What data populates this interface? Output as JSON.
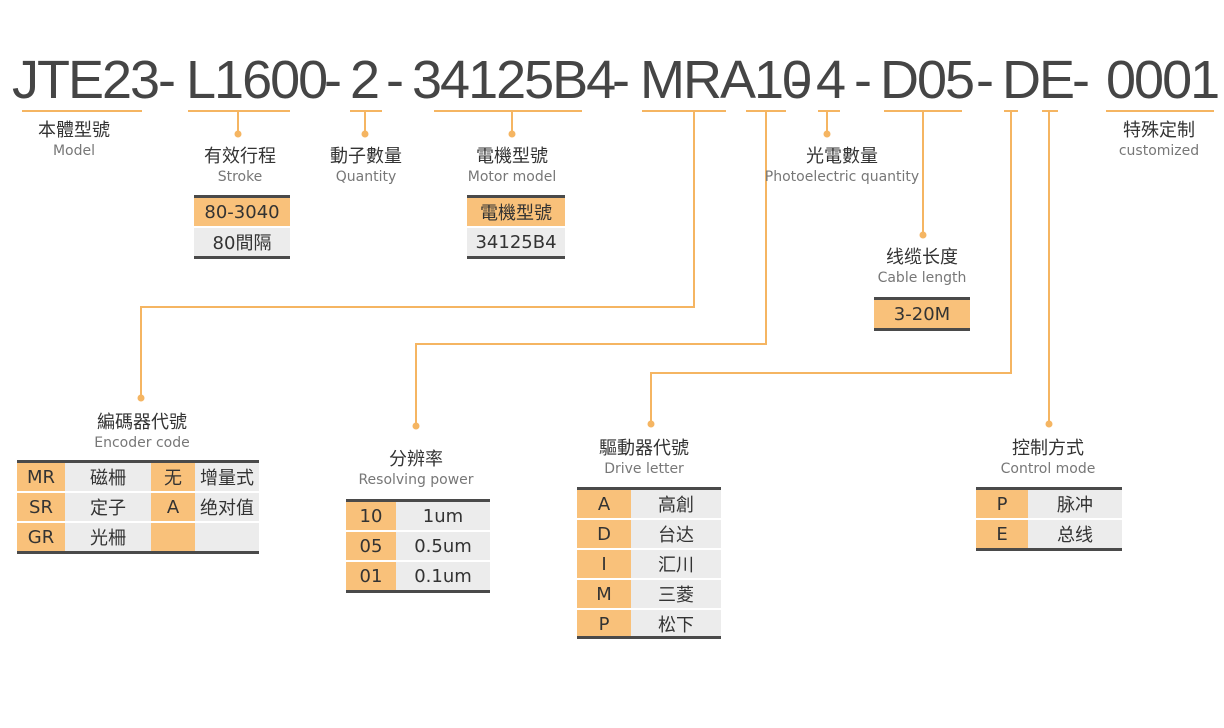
{
  "code": {
    "segments": [
      "JTE23",
      "-",
      "L1600",
      "-",
      "2",
      "-",
      "34125B4",
      "-",
      "MRA10",
      "-",
      "4",
      "-",
      "D05",
      "-",
      "DE",
      "-",
      "0001"
    ]
  },
  "labels": {
    "model": {
      "zh": "本體型號",
      "en": "Model"
    },
    "stroke": {
      "zh": "有效行程",
      "en": "Stroke"
    },
    "quantity": {
      "zh": "動子數量",
      "en": "Quantity"
    },
    "motor": {
      "zh": "電機型號",
      "en": "Motor model"
    },
    "photo": {
      "zh": "光電數量",
      "en": "Photoelectric quantity"
    },
    "cable": {
      "zh": "线缆长度",
      "en": "Cable length"
    },
    "custom": {
      "zh": "特殊定制",
      "en": "customized"
    },
    "encoder": {
      "zh": "編碼器代號",
      "en": "Encoder code"
    },
    "resolving": {
      "zh": "分辨率",
      "en": "Resolving power"
    },
    "drive": {
      "zh": "驅動器代號",
      "en": "Drive letter"
    },
    "control": {
      "zh": "控制方式",
      "en": "Control mode"
    }
  },
  "tables": {
    "stroke": [
      "80-3040",
      "80間隔"
    ],
    "motor": [
      "電機型號",
      "34125B4"
    ],
    "cable": [
      "3-20M"
    ],
    "encoder": [
      [
        "MR",
        "磁柵",
        "无",
        "增量式"
      ],
      [
        "SR",
        "定子",
        "A",
        "绝对值"
      ],
      [
        "GR",
        "光柵",
        "",
        ""
      ]
    ],
    "resolving": [
      [
        "10",
        "1um"
      ],
      [
        "05",
        "0.5um"
      ],
      [
        "01",
        "0.1um"
      ]
    ],
    "drive": [
      [
        "A",
        "高創"
      ],
      [
        "D",
        "台达"
      ],
      [
        "I",
        "汇川"
      ],
      [
        "M",
        "三菱"
      ],
      [
        "P",
        "松下"
      ]
    ],
    "control": [
      [
        "P",
        "脉冲"
      ],
      [
        "E",
        "总线"
      ]
    ]
  },
  "colors": {
    "accent": "#f9c17a",
    "line": "#f5b562",
    "cell_gray": "#ececec",
    "text": "#454545"
  }
}
